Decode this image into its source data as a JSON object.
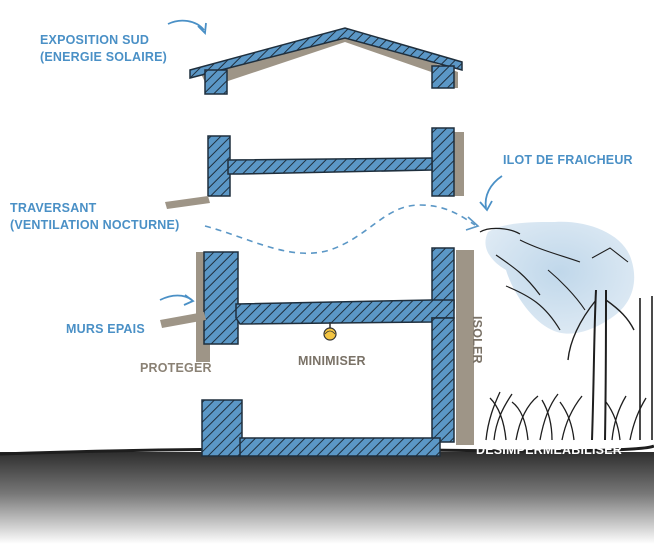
{
  "labels": {
    "exposition_line1": "EXPOSITION SUD",
    "exposition_line2": "(ENERGIE SOLAIRE)",
    "isoler_roof": "ISOLER",
    "traversant_line1": "TRAVERSANT",
    "traversant_line2": "(VENTILATION NOCTURNE)",
    "ilot": "ILOT DE FRAICHEUR",
    "murs_epais": "MURS EPAIS",
    "proteger": "PROTEGER",
    "minimiser": "MINIMISER",
    "isoler_wall": "ISOLER",
    "desimpermeabiliser": "DESIMPERMEABILISER"
  },
  "colors": {
    "concrete_blue": "#5b97c6",
    "insulation_taupe": "#9e9587",
    "label_blue": "#4a90c6",
    "ground_dark": "#3a3a3a",
    "canopy_blue": "#c7dcec"
  }
}
